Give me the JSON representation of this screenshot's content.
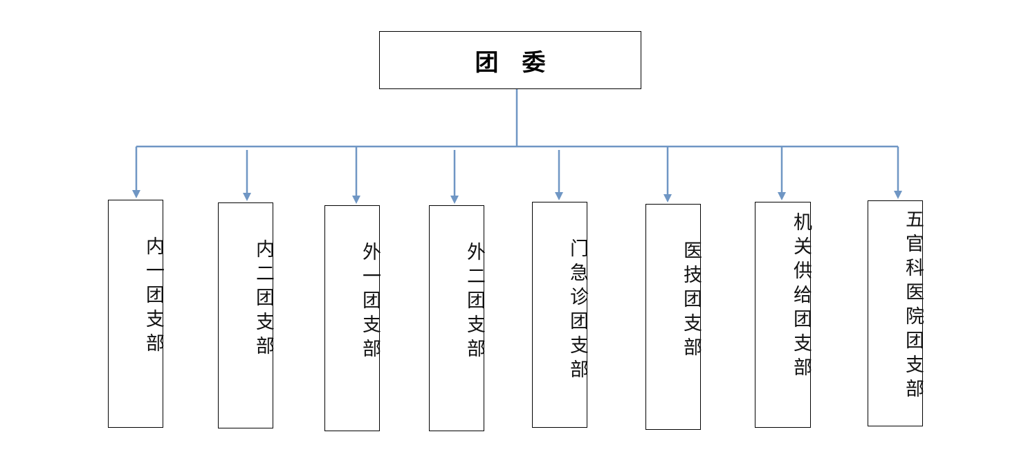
{
  "root": {
    "label": "团　委"
  },
  "branches": [
    {
      "label": "内一团支部"
    },
    {
      "label": "内二团支部"
    },
    {
      "label": "外一团支部"
    },
    {
      "label": "外二团支部"
    },
    {
      "label": "门急诊团支部"
    },
    {
      "label": "医技团支部"
    },
    {
      "label": "机关供给团支部"
    },
    {
      "label": "五官科医院团支部"
    }
  ],
  "colors": {
    "connector": "#6f96c4",
    "border": "#000000"
  }
}
